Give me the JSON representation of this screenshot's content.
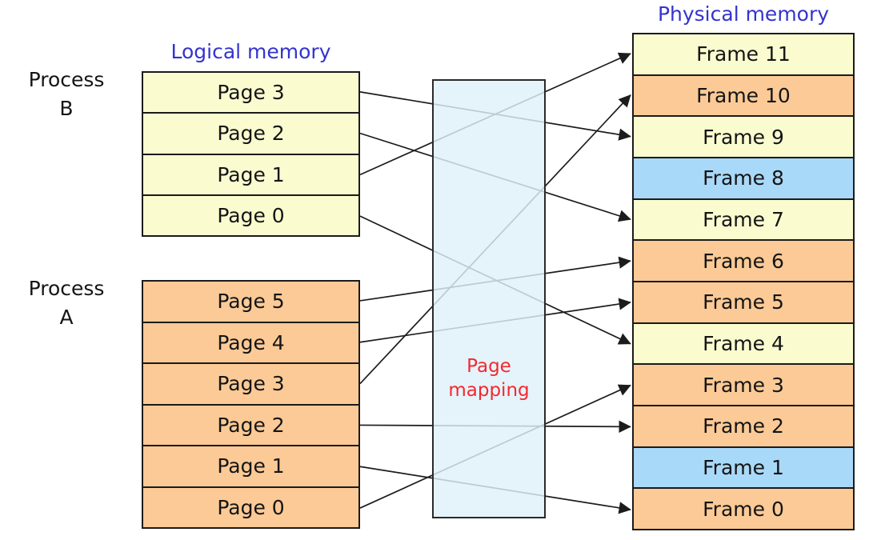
{
  "titles": {
    "logical": "Logical memory",
    "physical": "Physical memory"
  },
  "process_b": {
    "label_line1": "Process",
    "label_line2": "B",
    "color": "yellow",
    "pages": [
      "Page 3",
      "Page 2",
      "Page 1",
      "Page 0"
    ]
  },
  "process_a": {
    "label_line1": "Process",
    "label_line2": "A",
    "color": "orange",
    "pages": [
      "Page 5",
      "Page 4",
      "Page 3",
      "Page 2",
      "Page 1",
      "Page 0"
    ]
  },
  "mapping_box": {
    "line1": "Page",
    "line2": "mapping"
  },
  "physical_memory": {
    "frames": [
      {
        "label": "Frame 11",
        "color": "yellow"
      },
      {
        "label": "Frame 10",
        "color": "orange"
      },
      {
        "label": "Frame 9",
        "color": "yellow"
      },
      {
        "label": "Frame 8",
        "color": "blue"
      },
      {
        "label": "Frame 7",
        "color": "yellow"
      },
      {
        "label": "Frame 6",
        "color": "orange"
      },
      {
        "label": "Frame 5",
        "color": "orange"
      },
      {
        "label": "Frame 4",
        "color": "yellow"
      },
      {
        "label": "Frame 3",
        "color": "orange"
      },
      {
        "label": "Frame 2",
        "color": "orange"
      },
      {
        "label": "Frame 1",
        "color": "blue"
      },
      {
        "label": "Frame 0",
        "color": "orange"
      }
    ]
  },
  "mappings": [
    {
      "process": "B",
      "page": "Page 3",
      "frame": "Frame 9"
    },
    {
      "process": "B",
      "page": "Page 2",
      "frame": "Frame 7"
    },
    {
      "process": "B",
      "page": "Page 1",
      "frame": "Frame 11"
    },
    {
      "process": "B",
      "page": "Page 0",
      "frame": "Frame 4"
    },
    {
      "process": "A",
      "page": "Page 5",
      "frame": "Frame 6"
    },
    {
      "process": "A",
      "page": "Page 4",
      "frame": "Frame 5"
    },
    {
      "process": "A",
      "page": "Page 3",
      "frame": "Frame 10"
    },
    {
      "process": "A",
      "page": "Page 2",
      "frame": "Frame 2"
    },
    {
      "process": "A",
      "page": "Page 1",
      "frame": "Frame 0"
    },
    {
      "process": "A",
      "page": "Page 0",
      "frame": "Frame 3"
    }
  ],
  "colors": {
    "yellow": "#FBFBD0",
    "orange": "#FBCA96",
    "blue": "#A9D9F8",
    "mapping_box_fill": "#DFF0FA",
    "title_blue": "#3433CE",
    "mapping_label_red": "#F5282D",
    "line": "#1c1c1c"
  }
}
